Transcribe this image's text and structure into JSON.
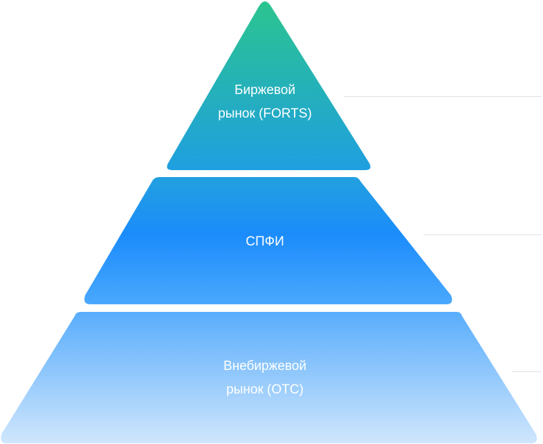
{
  "diagram": {
    "type": "pyramid",
    "levels": [
      {
        "id": "top",
        "lines": [
          "Биржевой",
          "рынок (FORTS)"
        ],
        "gradient": {
          "from": "#2bc48f",
          "to": "#1f9fe0"
        }
      },
      {
        "id": "middle",
        "lines": [
          "СПФИ"
        ],
        "gradient": {
          "from": "#22a0e0",
          "mid": "#1b8cfb",
          "to": "#4aa8fd"
        }
      },
      {
        "id": "bottom",
        "lines": [
          "Внебиржевой",
          "рынок (OTC)"
        ],
        "gradient": {
          "from": "#59adfc",
          "to": "#cfe6fc"
        }
      }
    ],
    "leader_line_color": "#dde1e6",
    "text_color": "#ffffff"
  }
}
